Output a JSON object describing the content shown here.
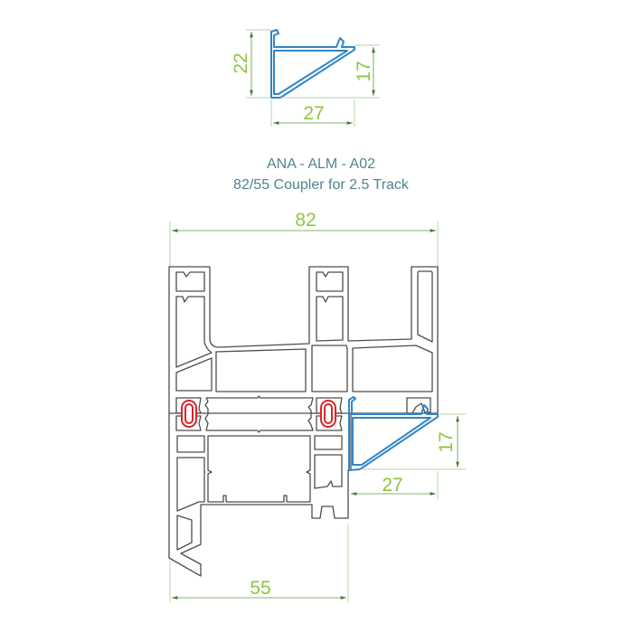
{
  "title": {
    "code": "ANA -  ALM - A02",
    "description": "82/55 Coupler  for 2.5 Track"
  },
  "detail_dimensions": {
    "height_total": "22",
    "height_inner": "17",
    "width": "27"
  },
  "assembly_dimensions": {
    "overall_width": "82",
    "base_width": "55",
    "coupler_height": "17",
    "coupler_width": "27"
  },
  "colors": {
    "profile": "#4d4d4d",
    "coupler": "#2f86c8",
    "gasket": "#d9262a",
    "dimension_text": "#8cc63f",
    "title_text": "#4f8590"
  }
}
